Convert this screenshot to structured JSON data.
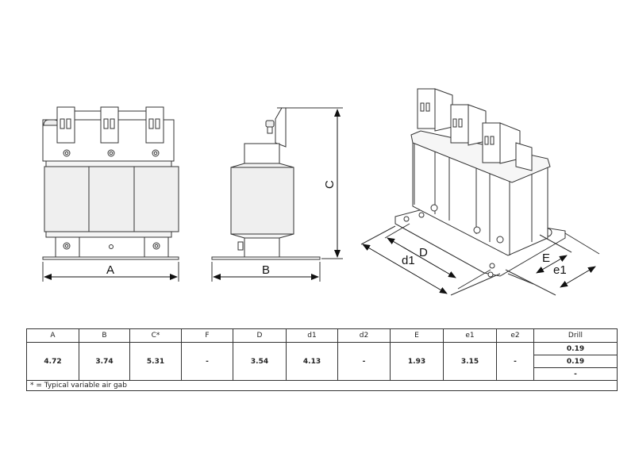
{
  "drawing": {
    "front_view": {
      "dimension_label": "A"
    },
    "side_view": {
      "dimension_labels": [
        "B",
        "C"
      ]
    },
    "iso_view": {
      "dimension_labels": [
        "D",
        "d1",
        "E",
        "e1"
      ]
    }
  },
  "table": {
    "headers": [
      "A",
      "B",
      "C*",
      "F",
      "D",
      "d1",
      "d2",
      "E",
      "e1",
      "e2",
      "Drill"
    ],
    "values": [
      "4.72",
      "3.74",
      "5.31",
      "-",
      "3.54",
      "4.13",
      "-",
      "1.93",
      "3.15",
      "-"
    ],
    "drill": [
      "0.19",
      "0.19",
      "-"
    ],
    "footnote": "* = Typical variable air gab"
  }
}
